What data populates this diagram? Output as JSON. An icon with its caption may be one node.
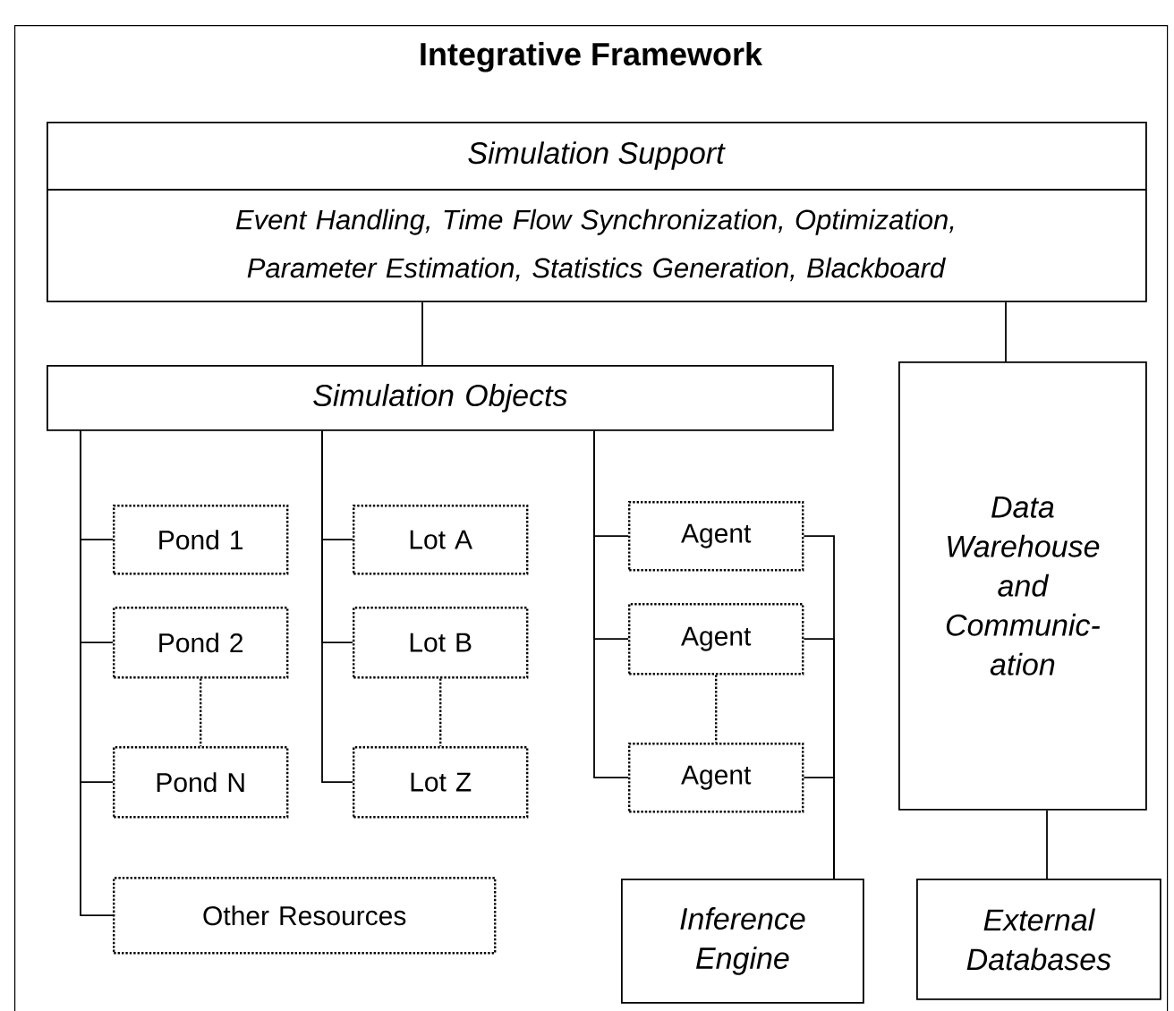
{
  "diagram": {
    "nodes": [
      {
        "text": [
          "Integrative Framework"
        ]
      },
      {
        "text": [
          "Simulation Support",
          "Event Handling, Time Flow Synchronization, Optimization, Parameter Estimation, Statistics Generation, Blackboard"
        ],
        "in": 0
      },
      {
        "text": [
          "Simulation Objects"
        ],
        "in": 0
      },
      {
        "text": [
          "Data Warehouse and Communic- ation"
        ],
        "in": 0
      },
      {
        "text": [
          "Pond 1"
        ],
        "in": 0
      },
      {
        "text": [
          "Pond 2"
        ],
        "in": 0
      },
      {
        "text": [
          "Pond N"
        ],
        "in": 0
      },
      {
        "text": [
          "Other Resources"
        ],
        "in": 0
      },
      {
        "text": [
          "Lot A"
        ],
        "in": 0
      },
      {
        "text": [
          "Lot B"
        ],
        "in": 0
      },
      {
        "text": [
          "Lot Z"
        ],
        "in": 0
      },
      {
        "text": [
          "Agent"
        ],
        "in": 0
      },
      {
        "text": [
          "Agent"
        ],
        "in": 0
      },
      {
        "text": [
          "Agent"
        ],
        "in": 0
      },
      {
        "text": [
          "Inference Engine"
        ],
        "in": 0
      },
      {
        "text": [
          "External Databases"
        ],
        "in": 0
      }
    ],
    "edges": [
      {
        "from": 1,
        "to": 2,
        "arrow": "none"
      },
      {
        "from": 1,
        "to": 3,
        "arrow": "none"
      },
      {
        "from": 2,
        "to": 4,
        "arrow": "none"
      },
      {
        "from": 2,
        "to": 5,
        "arrow": "none"
      },
      {
        "from": 2,
        "to": 6,
        "arrow": "none"
      },
      {
        "from": 2,
        "to": 7,
        "arrow": "none"
      },
      {
        "from": 5,
        "to": 6,
        "arrow": "none",
        "style": "dashed"
      },
      {
        "from": 2,
        "to": 8,
        "arrow": "none"
      },
      {
        "from": 2,
        "to": 9,
        "arrow": "none"
      },
      {
        "from": 2,
        "to": 10,
        "arrow": "none"
      },
      {
        "from": 9,
        "to": 10,
        "arrow": "none",
        "style": "dashed"
      },
      {
        "from": 2,
        "to": 11,
        "arrow": "none"
      },
      {
        "from": 2,
        "to": 12,
        "arrow": "none"
      },
      {
        "from": 2,
        "to": 13,
        "arrow": "none"
      },
      {
        "from": 12,
        "to": 13,
        "arrow": "none",
        "style": "dashed"
      },
      {
        "from": 11,
        "to": 14,
        "arrow": "none"
      },
      {
        "from": 12,
        "to": 14,
        "arrow": "none"
      },
      {
        "from": 13,
        "to": 14,
        "arrow": "none"
      },
      {
        "from": 3,
        "to": 15,
        "arrow": "none"
      }
    ]
  }
}
